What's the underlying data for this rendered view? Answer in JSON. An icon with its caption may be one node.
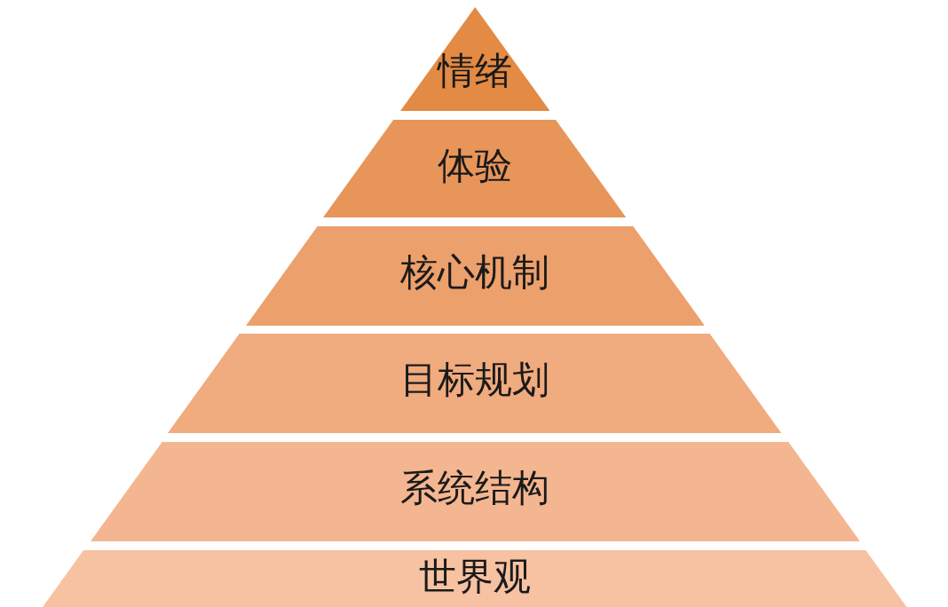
{
  "diagram": {
    "nodes": [
      {
        "text": [
          "情绪"
        ]
      },
      {
        "text": [
          "体验"
        ]
      },
      {
        "text": [
          "核心机制"
        ]
      },
      {
        "text": [
          "目标规划"
        ]
      },
      {
        "text": [
          "系统结构"
        ]
      },
      {
        "text": [
          "世界观"
        ]
      }
    ]
  }
}
